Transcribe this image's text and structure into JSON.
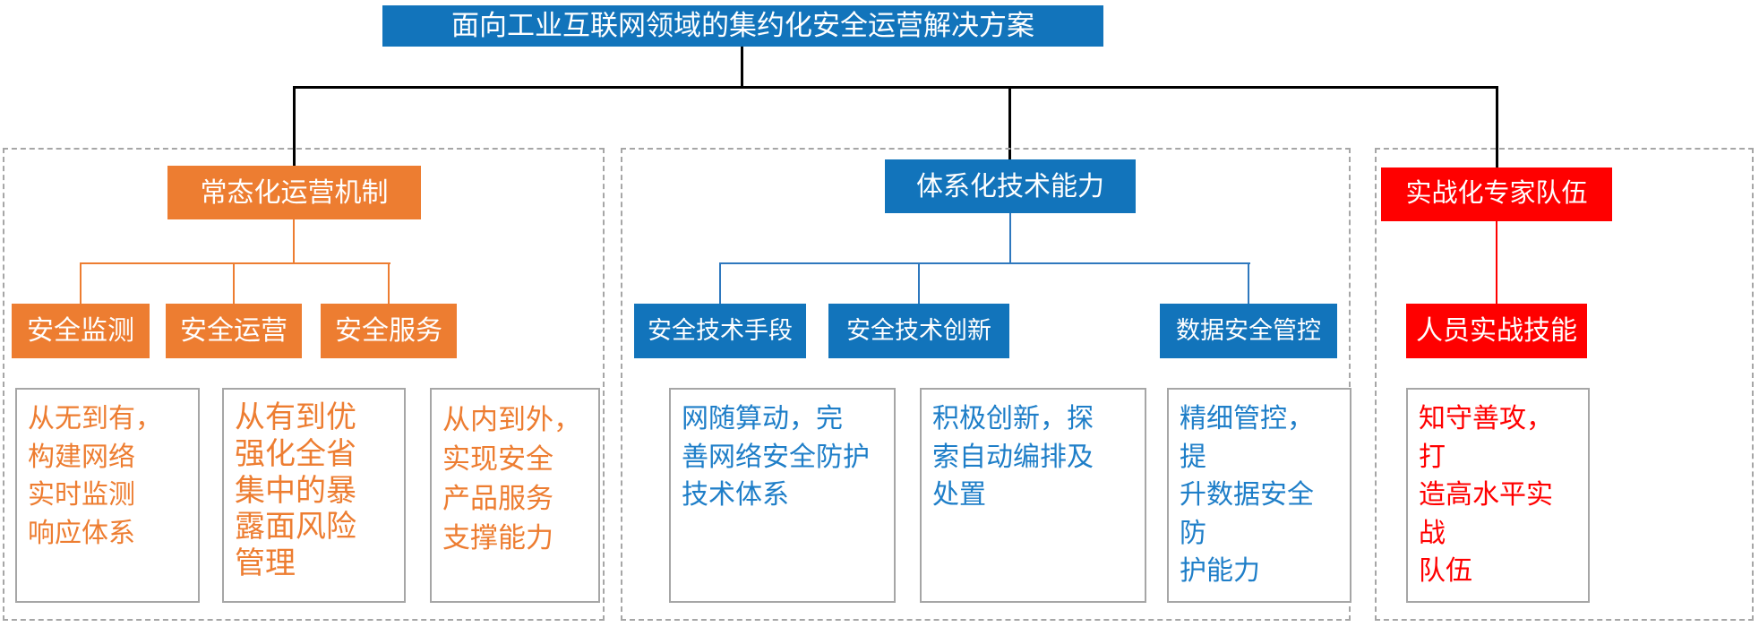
{
  "title": {
    "text": "面向工业互联网领域的集约化安全运营解决方案"
  },
  "branches": [
    {
      "header": "常态化运营机制",
      "children": [
        {
          "label": "安全监测",
          "desc": "从无到有，\n构建网络\n实时监测\n响应体系"
        },
        {
          "label": "安全运营",
          "desc": "从有到优\n强化全省\n集中的暴\n露面风险\n管理"
        },
        {
          "label": "安全服务",
          "desc": "从内到外，\n实现安全\n产品服务\n支撑能力"
        }
      ]
    },
    {
      "header": "体系化技术能力",
      "children": [
        {
          "label": "安全技术手段",
          "desc": "网随算动，完\n善网络安全防护\n技术体系"
        },
        {
          "label": "安全技术创新",
          "desc": "积极创新，探\n索自动编排及\n处置"
        },
        {
          "label": "数据安全管控",
          "desc": "精细管控，提\n升数据安全防\n护能力"
        }
      ]
    },
    {
      "header": "实战化专家队伍",
      "children": [
        {
          "label": "人员实战技能",
          "desc": "知守善攻，打\n造高水平实战\n队伍"
        }
      ]
    }
  ],
  "colors": {
    "blue": "#1274BB",
    "orange": "#ED7D31",
    "red": "#FF0000",
    "descblue": "#1E7EC8",
    "line_blue": "#2E78BE",
    "border_gray": "#A6A6A6",
    "line_black": "#000000"
  }
}
